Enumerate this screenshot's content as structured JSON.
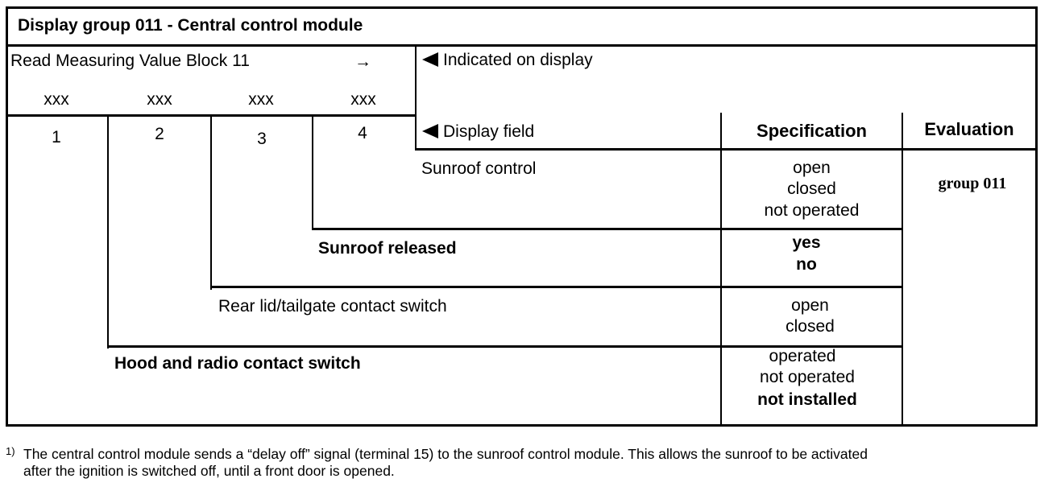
{
  "title": "Display group 011 - Central control module",
  "read_block": "Read Measuring Value Block 11",
  "arrow": "→",
  "xxx": [
    "xxx",
    "xxx",
    "xxx",
    "xxx"
  ],
  "field_numbers": [
    "1",
    "2",
    "3",
    "4"
  ],
  "indicated_label": "Indicated on display",
  "display_field_label": "Display field",
  "spec_header": "Specification",
  "eval_header": "Evaluation",
  "eval_value": "group 011",
  "rows": [
    {
      "field": "Sunroof control",
      "spec": [
        "open",
        "closed",
        "not operated"
      ]
    },
    {
      "field": "Sunroof released",
      "spec": [
        "yes",
        "no"
      ]
    },
    {
      "field": "Rear lid/tailgate contact switch",
      "spec": [
        "open",
        "closed"
      ]
    },
    {
      "field": "Hood and radio contact switch",
      "spec": [
        "operated",
        "not operated",
        "not installed"
      ]
    }
  ],
  "footnote_mark": "1)",
  "footnote_lines": [
    "The central control module sends a “delay off” signal (terminal 15) to the sunroof control module.  This allows the sunroof to be activated",
    "after the ignition is switched off, until a front door is opened."
  ]
}
